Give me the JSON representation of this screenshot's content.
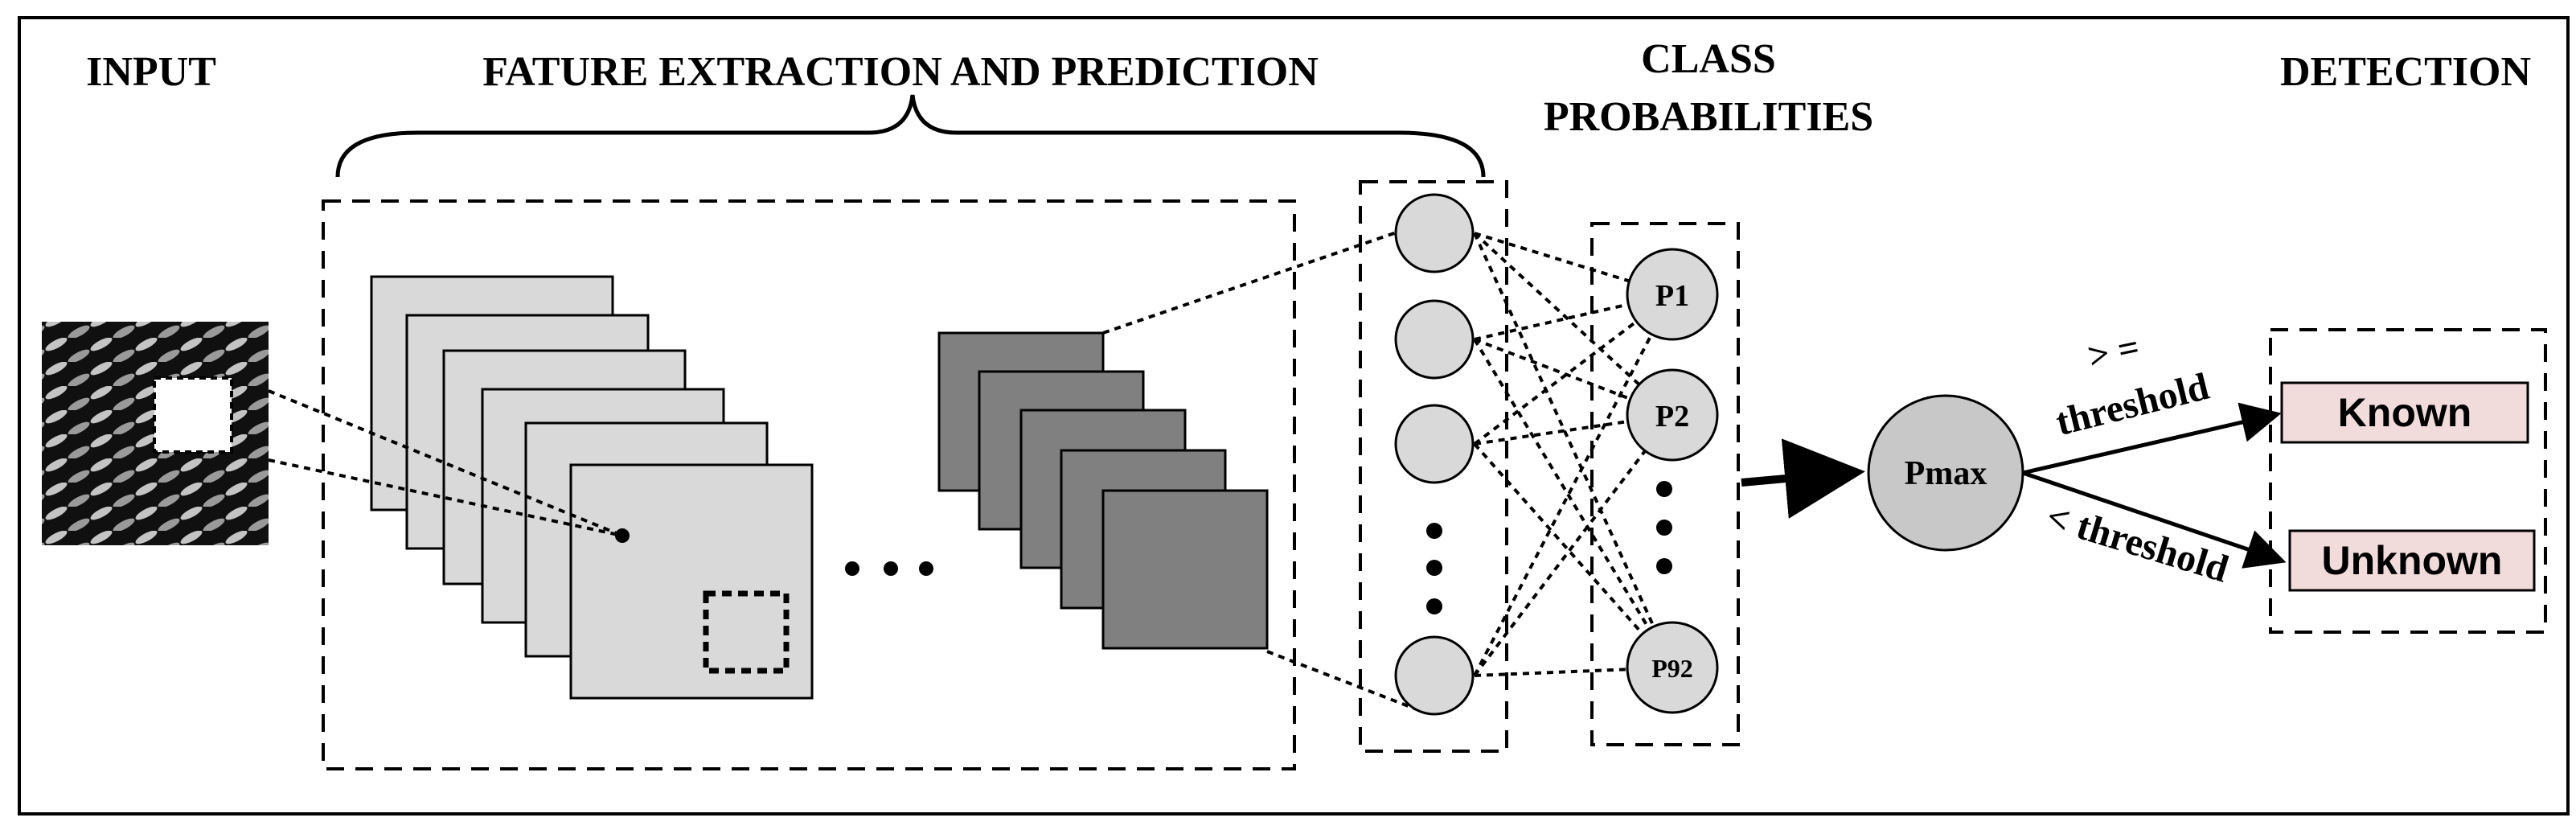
{
  "headings": {
    "input": "INPUT",
    "feature": "FATURE EXTRACTION AND PREDICTION",
    "class_line1": "CLASS",
    "class_line2": "PROBABILITIES",
    "detection": "DETECTION"
  },
  "probabilities": {
    "p1": "P1",
    "p2": "P2",
    "p92": "P92"
  },
  "pmax": "Pmax",
  "edges": {
    "upper_sign": "> =",
    "upper_word": "threshold",
    "lower_label": "< threshold"
  },
  "outputs": {
    "known": "Known",
    "unknown": "Unknown"
  },
  "colors": {
    "stroke": "#000000",
    "light_map": "#d9d9d9",
    "dark_map": "#808080",
    "node_fill": "#d9d9d9",
    "pmax_fill": "#c8c8c8",
    "output_fill": "#f2dcdb"
  }
}
